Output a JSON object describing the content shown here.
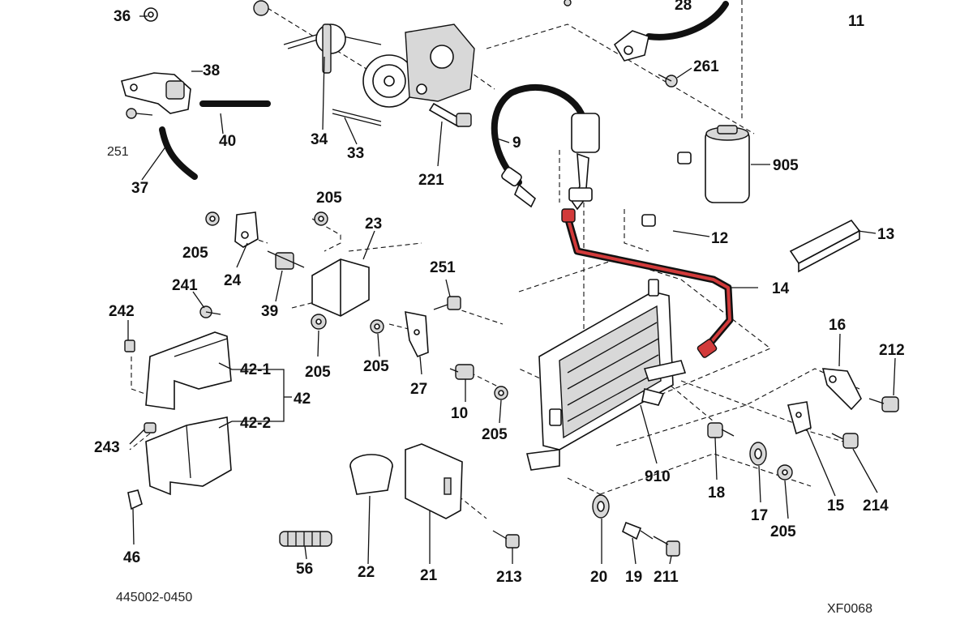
{
  "diagram": {
    "part_number": "445002-0450",
    "figure_code": "XF0068",
    "highlight_color": "#d23a3a",
    "highlighted_part": "14",
    "callouts": {
      "c36": "36",
      "c38": "38",
      "c40": "40",
      "c251a": "251",
      "c37": "37",
      "c34": "34",
      "c33": "33",
      "c221": "221",
      "c9": "9",
      "c28": "28",
      "c261": "261",
      "c11": "11",
      "c905": "905",
      "c12": "12",
      "c13": "13",
      "c205a": "205",
      "c205b": "205",
      "c23": "23",
      "c24": "24",
      "c39": "39",
      "c241": "241",
      "c242": "242",
      "c251b": "251",
      "c205c": "205",
      "c205d": "205",
      "c27": "27",
      "c14": "14",
      "c16": "16",
      "c212": "212",
      "c42_1": "42-1",
      "c42": "42",
      "c42_2": "42-2",
      "c243": "243",
      "c10": "10",
      "c205e": "205",
      "c910": "910",
      "c18": "18",
      "c17": "17",
      "c205f": "205",
      "c15": "15",
      "c214": "214",
      "c46": "46",
      "c56": "56",
      "c22": "22",
      "c21": "21",
      "c213": "213",
      "c20": "20",
      "c19": "19",
      "c211": "211"
    }
  }
}
